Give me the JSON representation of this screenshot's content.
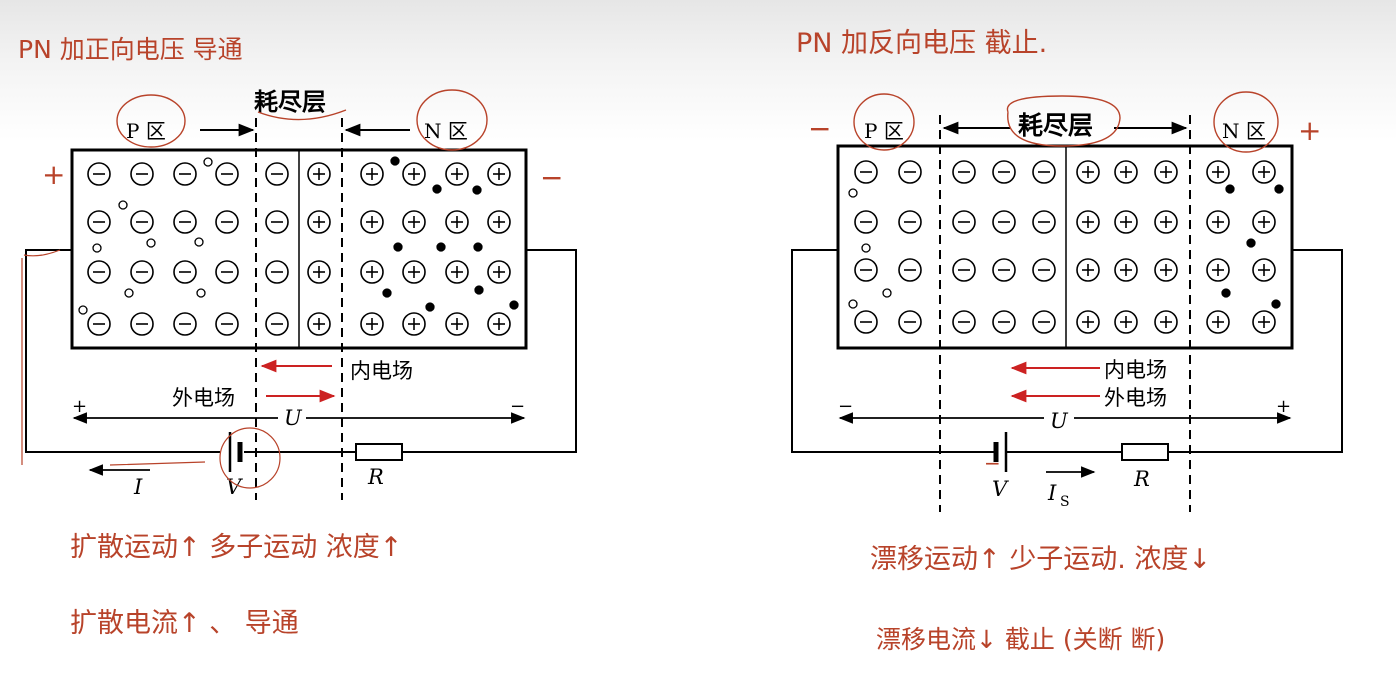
{
  "left": {
    "heading": "PN 加正向电压 导通",
    "depletion_label": "耗尽层",
    "p_label": "P 区",
    "n_label": "N 区",
    "plus_sign": "+",
    "minus_sign": "−",
    "inner_field": "内电场",
    "outer_field": "外电场",
    "u_label": "U",
    "u_plus": "+",
    "u_minus": "−",
    "i_label": "I",
    "v_label": "V",
    "r_label": "R",
    "note1": "扩散运动↑  多子运动  浓度↑",
    "note2": "扩散电流↑  、 导通"
  },
  "right": {
    "heading": "PN 加反向电压 截止.",
    "depletion_label": "耗尽层",
    "p_label": "P 区",
    "n_label": "N 区",
    "minus_sign": "−",
    "plus_sign": "+",
    "inner_field": "内电场",
    "outer_field": "外电场",
    "u_label": "U",
    "u_minus": "−",
    "u_plus": "+",
    "v_label": "V",
    "is_label": "I",
    "is_sub": "S",
    "r_label": "R",
    "note1": "漂移运动↑  少子运动.  浓度↓",
    "note2": "漂移电流↓     截止 (关断  断)"
  },
  "colors": {
    "ink": "#000000",
    "annotation": "#b8432a",
    "arrow_red": "#cc2222"
  }
}
